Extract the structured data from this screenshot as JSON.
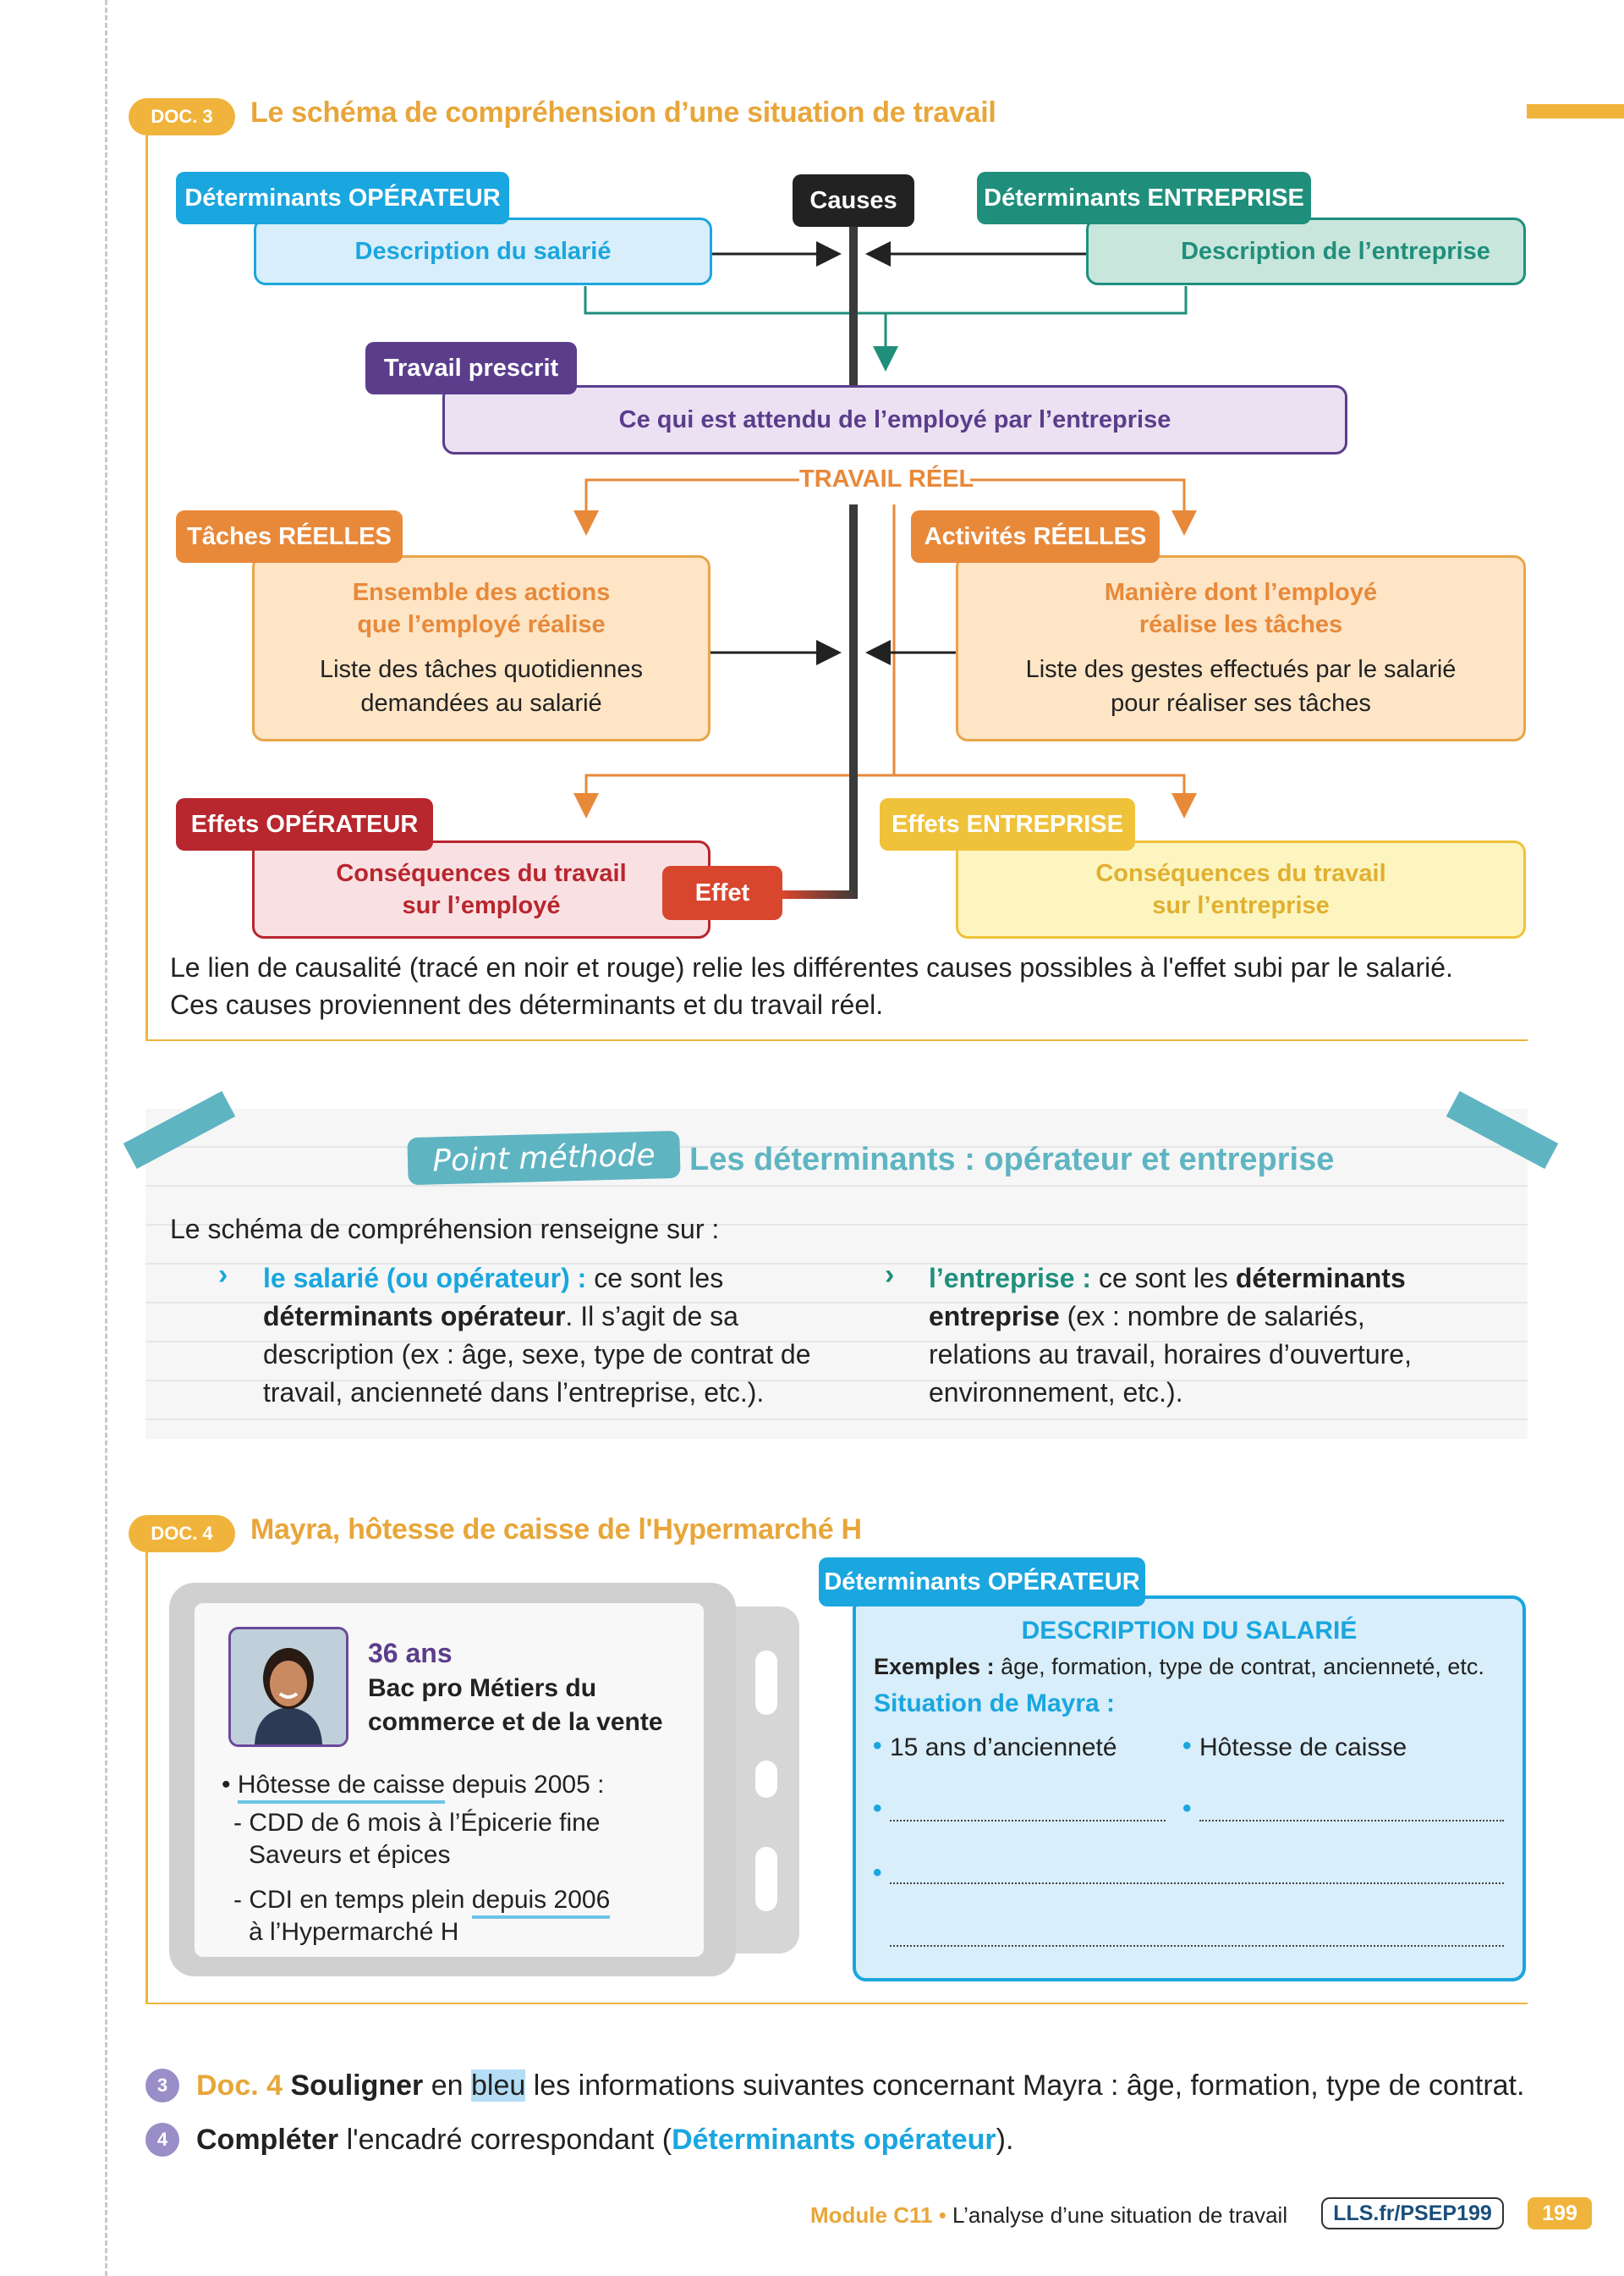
{
  "doc3": {
    "label": "DOC. 3",
    "title": "Le schéma de compréhension d’une situation de travail",
    "causes": "Causes",
    "det_operateur": "Déterminants OPÉRATEUR",
    "desc_salarie": "Description du salarié",
    "det_entreprise": "Déterminants ENTREPRISE",
    "desc_entreprise": "Description de l’entreprise",
    "travail_prescrit": "Travail prescrit",
    "prescrit_text": "Ce qui est attendu de l’employé par l’entreprise",
    "travail_reel": "TRAVAIL RÉEL",
    "taches_reelles": "Tâches RÉELLES",
    "taches_title_1": "Ensemble des actions",
    "taches_title_2": "que l’employé réalise",
    "taches_text_1": "Liste des tâches quotidiennes",
    "taches_text_2": "demandées au salarié",
    "activites_reelles": "Activités RÉELLES",
    "activites_title_1": "Manière dont l’employé",
    "activites_title_2": "réalise les tâches",
    "activites_text_1": "Liste des gestes effectués par le salarié",
    "activites_text_2": "pour réaliser ses tâches",
    "effets_operateur": "Effets OPÉRATEUR",
    "effets_op_text_1": "Conséquences du travail",
    "effets_op_text_2": "sur l’employé",
    "effet": "Effet",
    "effets_entreprise": "Effets ENTREPRISE",
    "effets_ent_text_1": "Conséquences du travail",
    "effets_ent_text_2": "sur l’entreprise",
    "caption_1": "Le lien de causalité (tracé en noir et rouge) relie les différentes causes possibles à l'effet subi par le salarié.",
    "caption_2": "Ces causes proviennent des déterminants et du travail réel."
  },
  "methode": {
    "badge": "Point méthode",
    "title": "Les déterminants : opérateur et entreprise",
    "intro": "Le schéma de compréhension renseigne sur :",
    "left": {
      "lead": "le salarié (ou opérateur) :",
      "rest1": " ce sont les",
      "bold2": "déterminants opérateur",
      "rest2": ". Il s’agit de sa",
      "line3": "description (ex : âge, sexe, type de contrat de",
      "line4": "travail, ancienneté dans l’entreprise, etc.)."
    },
    "right": {
      "lead": "l’entreprise :",
      "rest1": " ce sont les ",
      "bold1": "déterminants",
      "bold2": "entreprise",
      "rest2": " (ex : nombre de salariés,",
      "line3": "relations au travail, horaires d’ouverture,",
      "line4": "environnement, etc.)."
    }
  },
  "doc4": {
    "label": "DOC. 4",
    "title": "Mayra, hôtesse de caisse de l'Hypermarché H",
    "age": "36 ans",
    "formation_1": "Bac pro Métiers du",
    "formation_2": "commerce et de la vente",
    "hotesse": "Hôtesse de caisse",
    "depuis_2005": " depuis 2005 :",
    "cdd_1": "- CDD de 6 mois à l’Épicerie fine",
    "cdd_2": "Saveurs et épices",
    "cdi_1": "- CDI en temps plein ",
    "cdi_depuis": "depuis 2006",
    "cdi_2": "à l’Hypermarché H",
    "det_operateur": "Déterminants OPÉRATEUR",
    "desc_title": "DESCRIPTION DU SALARIÉ",
    "exemples_label": "Exemples :",
    "exemples_text": " âge, formation, type de contrat, ancienneté, etc.",
    "situation": "Situation de Mayra :",
    "item_1": "15 ans d’ancienneté",
    "item_2": "Hôtesse de caisse"
  },
  "questions": [
    {
      "num": "3",
      "doc": "Doc. 4",
      "verb": "Souligner",
      "pre": " en ",
      "hl": "bleu",
      "rest": " les informations suivantes concernant Mayra : âge, formation, type de contrat."
    },
    {
      "num": "4",
      "verb": "Compléter",
      "pre": " l'encadré correspondant (",
      "link": "Déterminants opérateur",
      "post": ")."
    }
  ],
  "footer": {
    "module": "Module C11",
    "sep": " • ",
    "title": "L’analyse d’une situation de travail",
    "link": "LLS.fr/PSEP199",
    "page": "199"
  },
  "colors": {
    "orange": "#f0b43c",
    "blue": "#1aa6df",
    "teal": "#1f8f7c",
    "purple": "#5b3d8c",
    "taches": "#e8893a",
    "effets_op": "#b8262e",
    "effets_ent": "#f0c23a"
  }
}
